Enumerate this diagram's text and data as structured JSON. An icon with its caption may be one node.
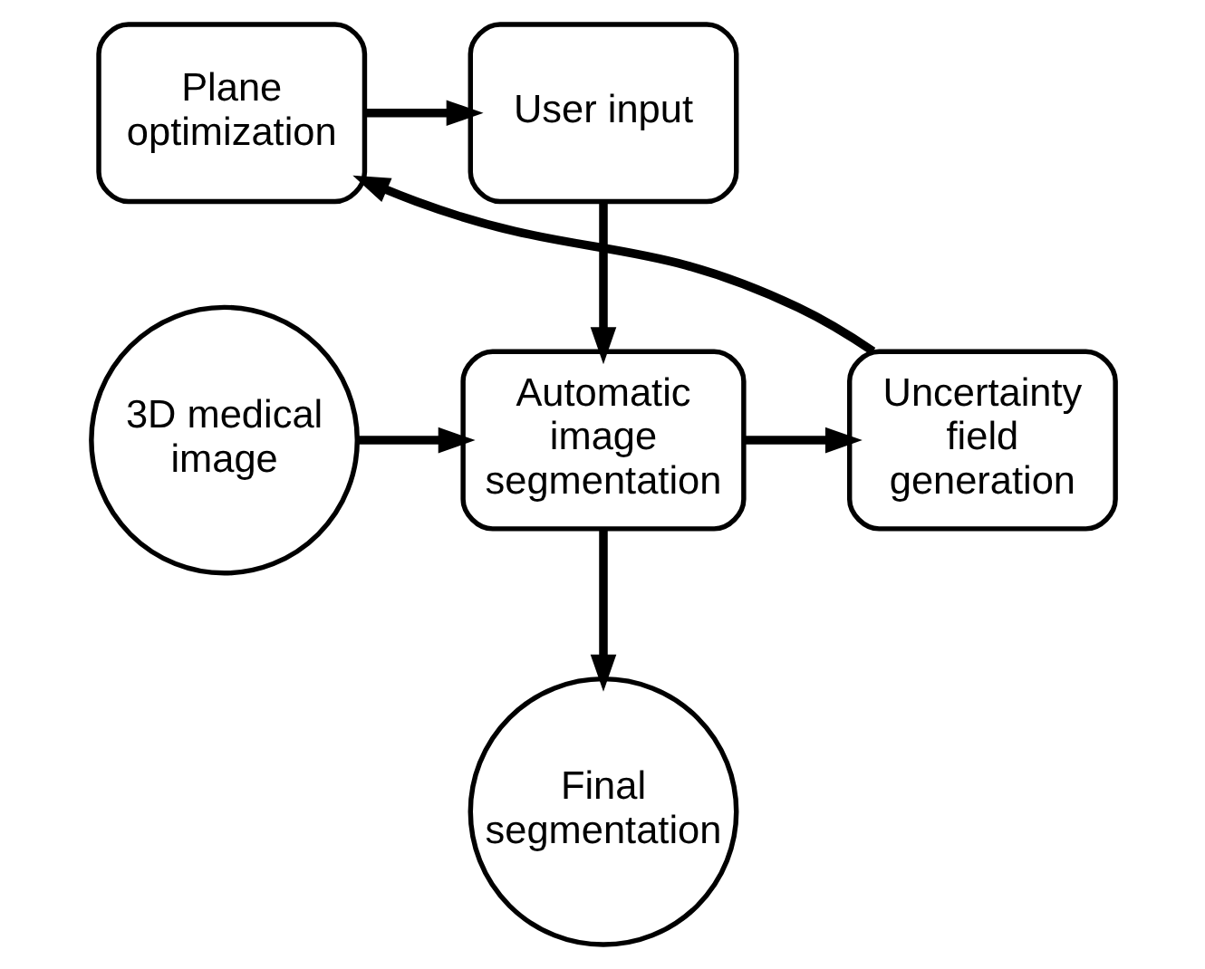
{
  "diagram": {
    "nodes": [
      {
        "text": [
          "3D medical image"
        ]
      },
      {
        "text": [
          "Automatic image segmentation"
        ]
      },
      {
        "text": [
          "Uncertainty field generation"
        ]
      },
      {
        "text": [
          "Plane optimization"
        ]
      },
      {
        "text": [
          "User input"
        ]
      },
      {
        "text": [
          "Final segmentation"
        ]
      }
    ],
    "edges": [
      {
        "from": 0,
        "to": 1,
        "arrow": "to"
      },
      {
        "from": 1,
        "to": 2,
        "arrow": "to"
      },
      {
        "from": 2,
        "to": 3,
        "arrow": "to"
      },
      {
        "from": 3,
        "to": 4,
        "arrow": "to"
      },
      {
        "from": 4,
        "to": 1,
        "arrow": "to"
      },
      {
        "from": 1,
        "to": 5,
        "arrow": "to"
      }
    ]
  }
}
